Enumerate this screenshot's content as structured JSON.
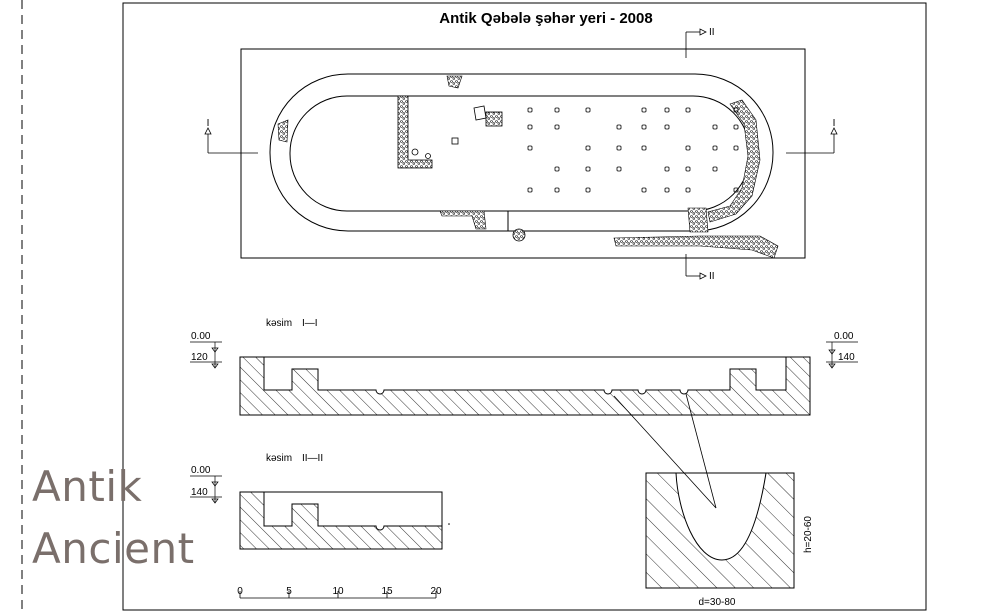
{
  "title": "Antik Qəbələ şəhər yeri - 2008",
  "plan": {
    "section_marker_left": "I",
    "section_marker_right": "I",
    "section_marker_top": "II",
    "section_marker_bottom": "II"
  },
  "section_1": {
    "label_prefix": "kəsim",
    "label_roman": "I—I",
    "left_top_elev": "0.00",
    "left_bottom_elev": "120",
    "right_top_elev": "0.00",
    "right_bottom_elev": "140"
  },
  "section_2": {
    "label_prefix": "kəsim",
    "label_roman": "II—II",
    "top_elev": "0.00",
    "bottom_elev": "140"
  },
  "detail": {
    "height_label": "h=20-60",
    "diameter_label": "d=30-80"
  },
  "scale": {
    "ticks": [
      "0",
      "5",
      "10",
      "15",
      "20"
    ]
  },
  "watermark": {
    "line1": "Antik",
    "line2": "Ancient"
  },
  "colors": {
    "line": "#000000",
    "watermark": "#7a6f6b"
  }
}
